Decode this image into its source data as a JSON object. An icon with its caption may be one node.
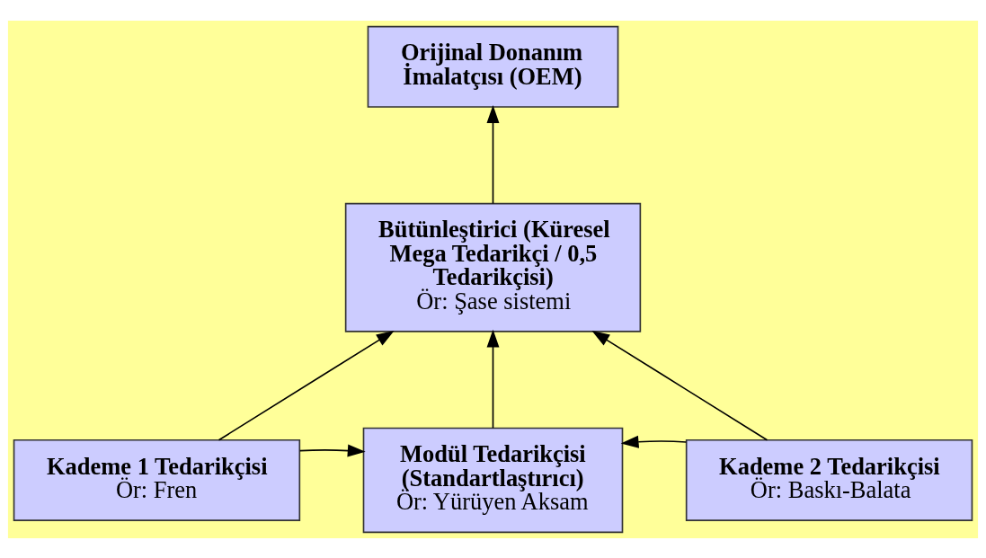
{
  "diagram": {
    "nodes": [
      {
        "text": [
          "Orijinal Donanım İmalatçısı (OEM)"
        ]
      },
      {
        "text": [
          "Bütünleştirici (Küresel Mega Tedarikçi / 0,5 Tedarikçisi)",
          "Ör: Şase sistemi"
        ]
      },
      {
        "text": [
          "Kademe 1 Tedarikçisi",
          "Ör: Fren"
        ]
      },
      {
        "text": [
          "Modül Tedarikçisi (Standartlaştırıcı)",
          "Ör: Yürüyen Aksam"
        ]
      },
      {
        "text": [
          "Kademe 2 Tedarikçisi",
          "Ör: Baskı-Balata"
        ]
      }
    ],
    "edges": [
      {
        "from": 1,
        "to": 0,
        "arrow": "to"
      },
      {
        "from": 2,
        "to": 1,
        "arrow": "to"
      },
      {
        "from": 3,
        "to": 1,
        "arrow": "to"
      },
      {
        "from": 4,
        "to": 1,
        "arrow": "to"
      },
      {
        "from": 2,
        "to": 3,
        "arrow": "to"
      },
      {
        "from": 4,
        "to": 3,
        "arrow": "to"
      }
    ]
  }
}
